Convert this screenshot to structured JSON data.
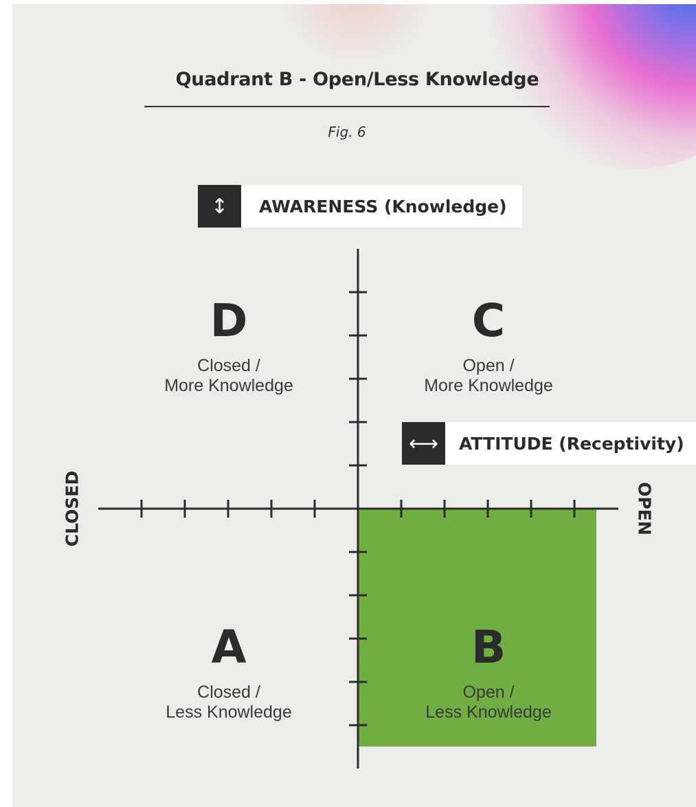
{
  "title": "Quadrant B - Open/Less Knowledge",
  "figure_label": "Fig. 6",
  "legend_vertical": {
    "icon": "vertical-arrow-icon",
    "glyph": "↕",
    "label": "AWARENESS (Knowledge)"
  },
  "legend_horizontal": {
    "icon": "horizontal-arrow-icon",
    "glyph": "⟷",
    "label": "ATTITUDE (Receptivity)"
  },
  "axis_labels": {
    "left": "CLOSED",
    "right": "OPEN"
  },
  "quadrants": {
    "D": {
      "letter": "D",
      "line1": "Closed /",
      "line2": "More Knowledge"
    },
    "C": {
      "letter": "C",
      "line1": "Open /",
      "line2": "More Knowledge"
    },
    "A": {
      "letter": "A",
      "line1": "Closed /",
      "line2": "Less Knowledge"
    },
    "B": {
      "letter": "B",
      "line1": "Open /",
      "line2": "Less Knowledge"
    }
  },
  "highlighted_quadrant": "B",
  "colors": {
    "highlight": "#70ad42",
    "ink": "#2b2b2b",
    "background": "#ececea"
  }
}
